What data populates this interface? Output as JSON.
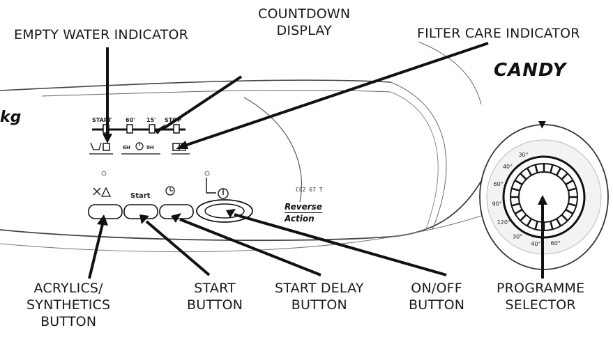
{
  "callouts": {
    "empty_water": [
      "EMPTY WATER INDICATOR"
    ],
    "countdown": [
      "COUNTDOWN",
      "DISPLAY"
    ],
    "filter_care": [
      "FILTER CARE INDICATOR"
    ],
    "acrylics": [
      "ACRYLICS/",
      "SYNTHETICS",
      "BUTTON"
    ],
    "start": [
      "START",
      "BUTTON"
    ],
    "start_delay": [
      "START DELAY",
      "BUTTON"
    ],
    "onoff": [
      "ON/OFF",
      "BUTTON"
    ],
    "programme": [
      "PROGRAMME",
      "SELECTOR"
    ]
  },
  "brand": "CANDY",
  "capacity_fragment": "kg",
  "panel": {
    "display_labels": [
      "START",
      "60'",
      "15'",
      "STOP"
    ],
    "delay_labels": [
      "6H",
      "9H"
    ],
    "start_button_label": "Start",
    "model": "CC2 67 T",
    "reverse_action": [
      "Reverse",
      "Action"
    ]
  },
  "dial": {
    "marker": "▼",
    "labels": [
      "30°",
      "40°",
      "60°",
      "90°",
      "120°",
      "30°",
      "40°",
      "60°"
    ]
  },
  "colors": {
    "ink": "#1a1a1a",
    "panel_line": "#333333"
  }
}
